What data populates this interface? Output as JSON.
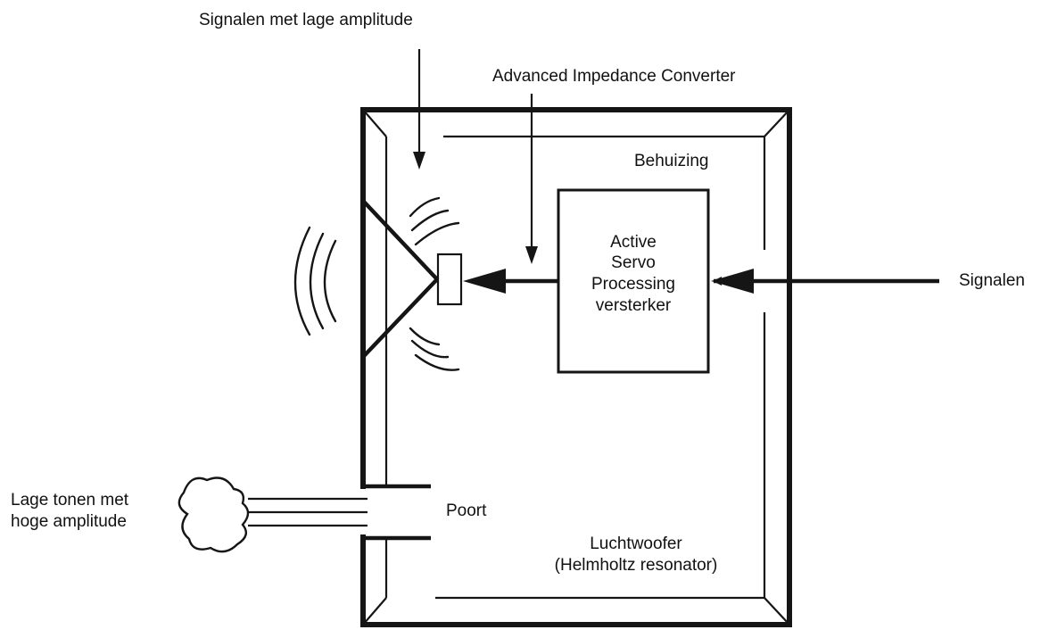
{
  "labels": {
    "low_amplitude_signals": "Signalen met lage amplitude",
    "converter": "Advanced Impedance Converter",
    "enclosure": "Behuizing",
    "amp_line1": "Active",
    "amp_line2": "Servo",
    "amp_line3": "Processing",
    "amp_line4": "versterker",
    "signals": "Signalen",
    "low_tones_line1": "Lage tonen met",
    "low_tones_line2": "hoge amplitude",
    "port": "Poort",
    "airwoofer_line1": "Luchtwoofer",
    "airwoofer_line2": "(Helmholtz resonator)"
  },
  "colors": {
    "ink": "#151515",
    "background": "#ffffff"
  }
}
